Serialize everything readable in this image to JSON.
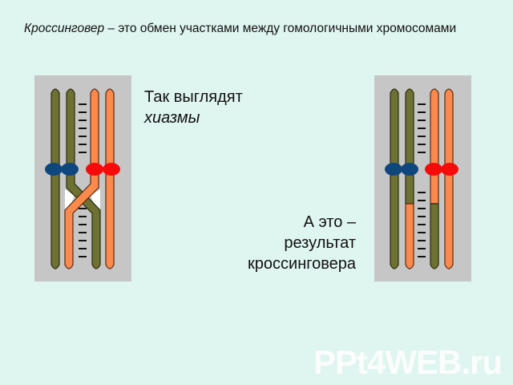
{
  "heading": {
    "term": "Кроссинговер",
    "rest": " – это обмен участками между гомологичными хромосомами"
  },
  "caption_left": {
    "line1": "Так выглядят",
    "line2": "хиазмы"
  },
  "caption_right": {
    "line1": "А это –",
    "line2": "результат",
    "line3": "кроссинговера"
  },
  "watermark": "PPt4WEB.ru",
  "colors": {
    "background": "#dff5ef",
    "panel": "#c6c6c6",
    "olive_chromatid": "#6d7132",
    "orange_chromatid": "#fb8a4c",
    "blue_centromere": "#10467e",
    "red_centromere": "#f60a0a"
  }
}
